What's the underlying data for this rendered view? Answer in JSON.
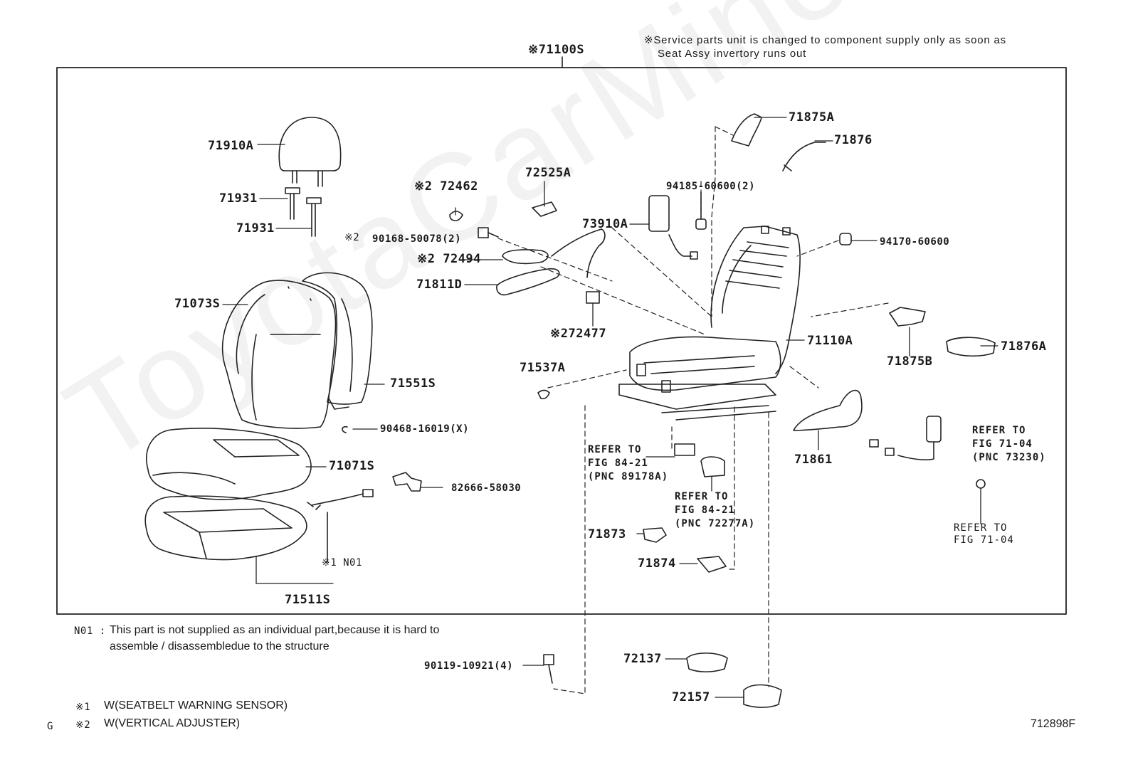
{
  "header": {
    "assy_number": "※71100S",
    "service_note_line1": "※Service parts unit is changed to component supply only as soon as",
    "service_note_line2": "Seat Assy invertory runs out"
  },
  "watermark": "ToyotaCarMine.ru",
  "parts": {
    "p71910A": "71910A",
    "p71931_a": "71931",
    "p71931_b": "71931",
    "p71073S": "71073S",
    "p71551S": "71551S",
    "p90468": "90468-16019(X)",
    "p71071S": "71071S",
    "p82666": "82666-58030",
    "n01": "※1 N01",
    "p71511S": "71511S",
    "p72462": "※2 72462",
    "p90168_mark": "※2",
    "p90168": "90168-50078(2)",
    "p72494": "※2 72494",
    "p71811D": "71811D",
    "p72525A": "72525A",
    "p73910A": "73910A",
    "p72477": "※272477",
    "p71537A": "71537A",
    "p94185": "94185-60600(2)",
    "p71875A": "71875A",
    "p71876": "71876",
    "p94170": "94170-60600",
    "p71110A": "71110A",
    "p71875B": "71875B",
    "p71876A": "71876A",
    "p71861": "71861",
    "p71873": "71873",
    "p71874": "71874",
    "p90119": "90119-10921(4)",
    "p72137": "72137",
    "p72157": "72157"
  },
  "refs": {
    "ref_89178": [
      "REFER TO",
      "FIG 84-21",
      "(PNC 89178A)"
    ],
    "ref_72277": [
      "REFER TO",
      "FIG 84-21",
      "(PNC 72277A)"
    ],
    "ref_73230": [
      "REFER TO",
      "FIG 71-04",
      "(PNC 73230)"
    ],
    "ref_7104": [
      "REFER TO",
      "FIG 71-04"
    ]
  },
  "footnotes": {
    "n01_label": "N01 :",
    "n01_line1": "This part is not supplied as an individual part,because it is hard to",
    "n01_line2": "assemble / disassembledue to the structure",
    "mark1": "※1",
    "mark1_text": "W(SEATBELT WARNING SENSOR)",
    "mark2": "※2",
    "mark2_text": "W(VERTICAL ADJUSTER)",
    "corner_g": "G",
    "figure_code": "712898F"
  }
}
